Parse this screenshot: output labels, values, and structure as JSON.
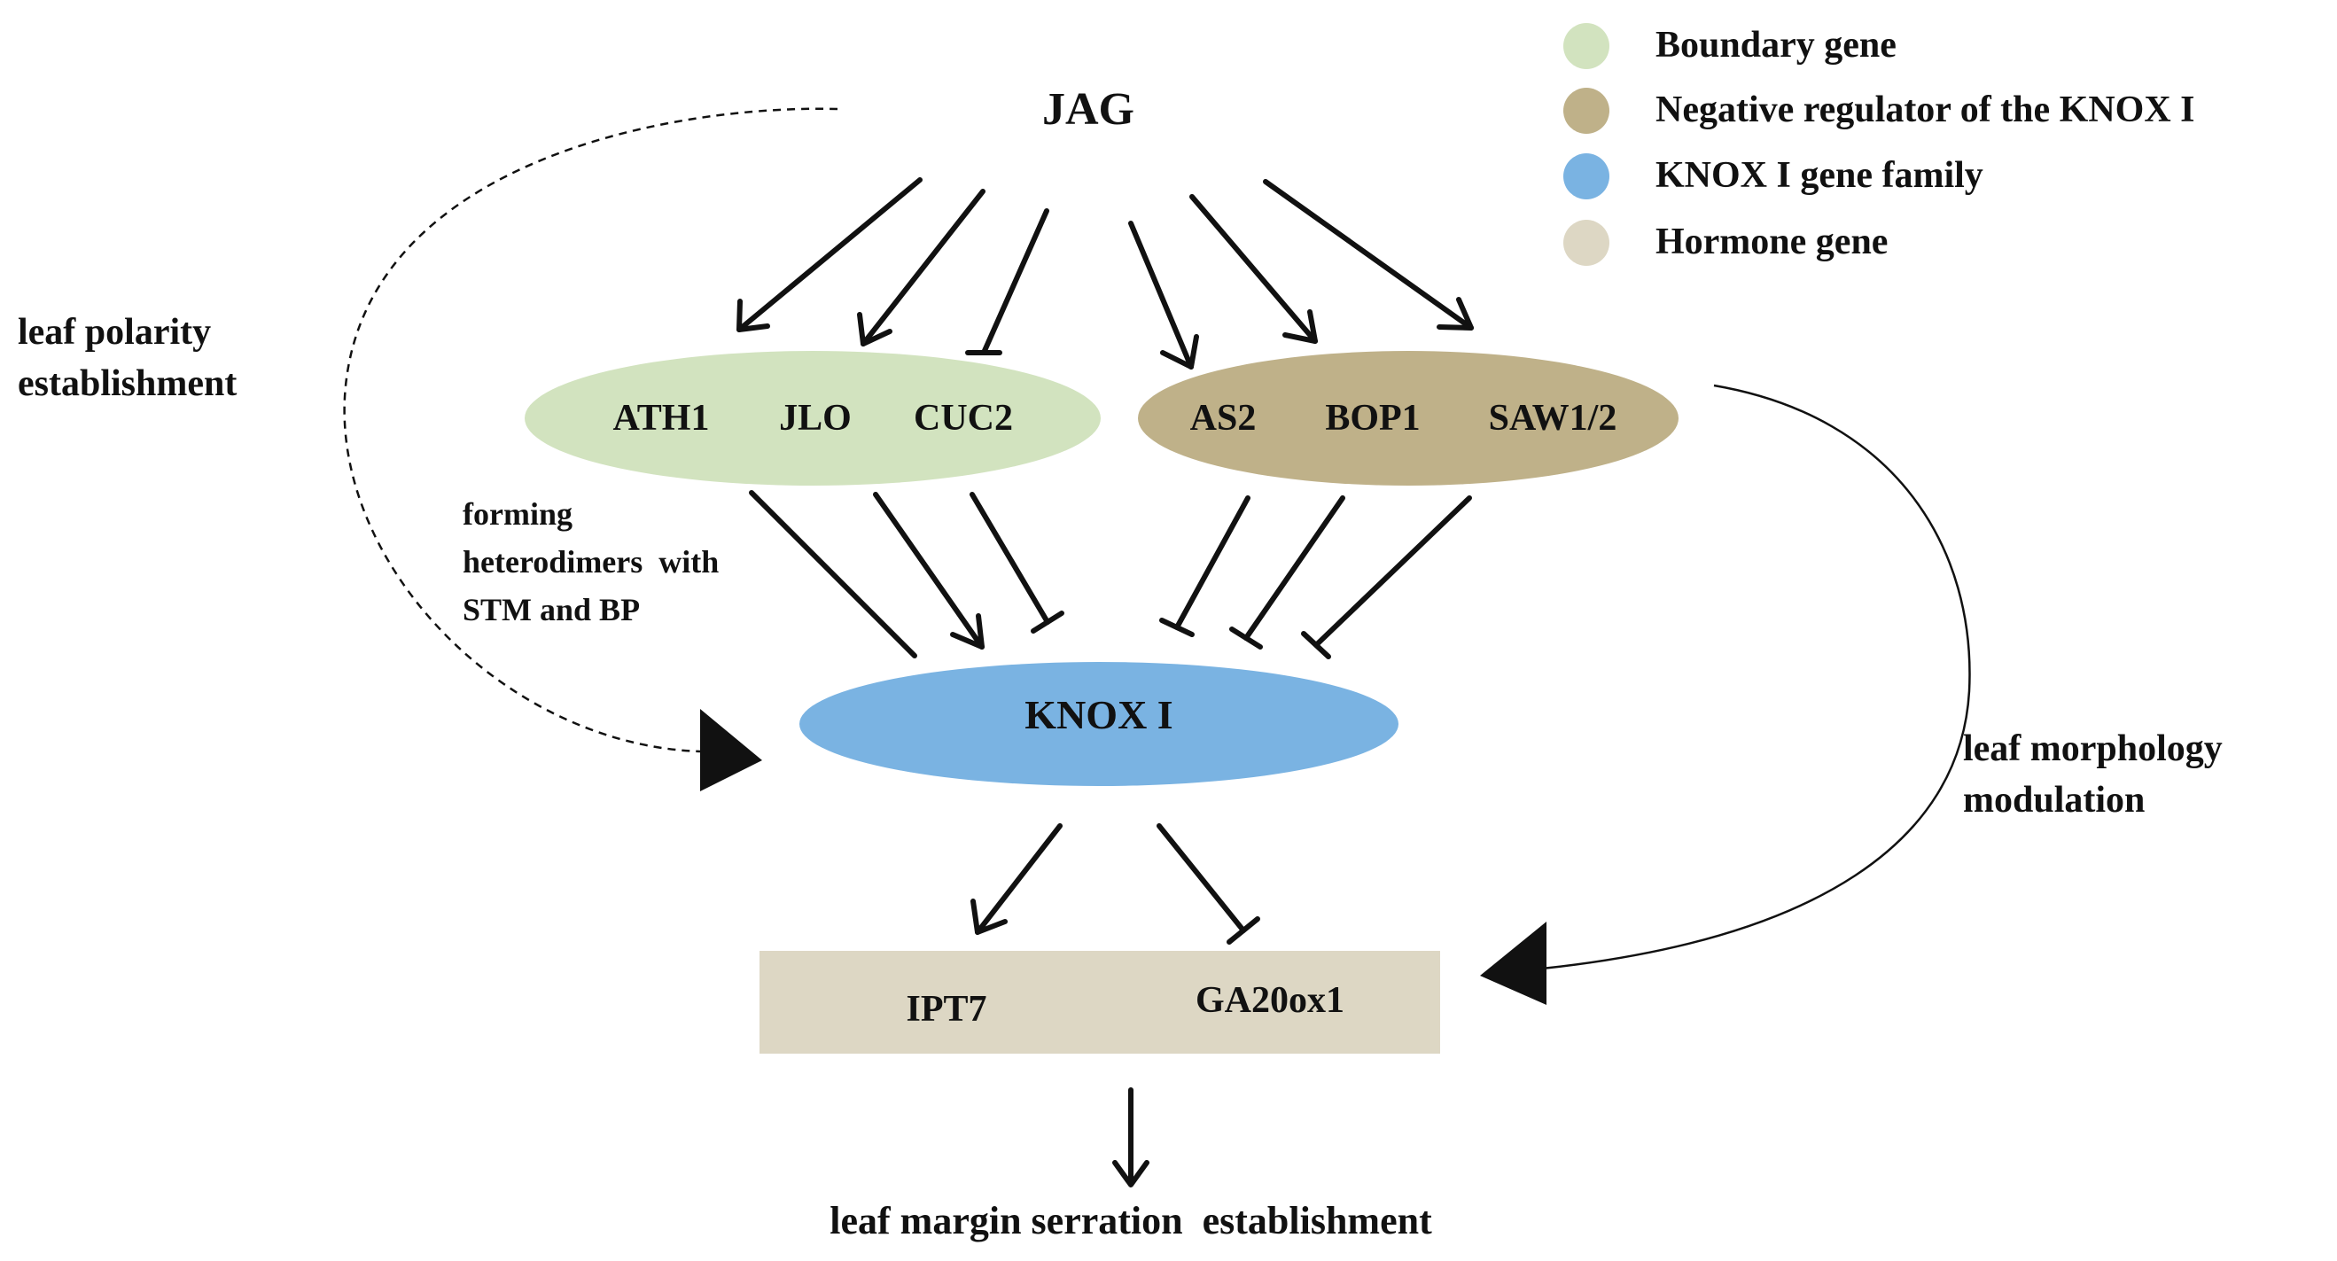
{
  "colors": {
    "boundary": "#d2e3bf",
    "negative": "#bfb189",
    "knox": "#7ab3e2",
    "hormone": "#ddd7c4",
    "line": "#111111"
  },
  "legend": [
    {
      "label": "Boundary gene",
      "color": "#d2e3bf"
    },
    {
      "label": "Negative regulator of the KNOX I",
      "color": "#bfb189"
    },
    {
      "label": "KNOX I gene family",
      "color": "#7ab3e2"
    },
    {
      "label": "Hormone gene",
      "color": "#ddd7c4"
    }
  ],
  "nodes": {
    "jag": "JAG",
    "boundary": [
      "ATH1",
      "JLO",
      "CUC2"
    ],
    "negative": [
      "AS2",
      "BOP1",
      "SAW1/2"
    ],
    "knox": "KNOX I",
    "hormone": [
      "IPT7",
      "GA20ox1"
    ]
  },
  "notes": {
    "left_line1": "leaf polarity",
    "left_line2": "establishment",
    "heterodimer_line1": "forming",
    "heterodimer_line2": "heterodimers  with",
    "heterodimer_line3": "STM and BP",
    "right_line1": "leaf morphology",
    "right_line2": "modulation",
    "bottom": "leaf margin serration  establishment"
  }
}
